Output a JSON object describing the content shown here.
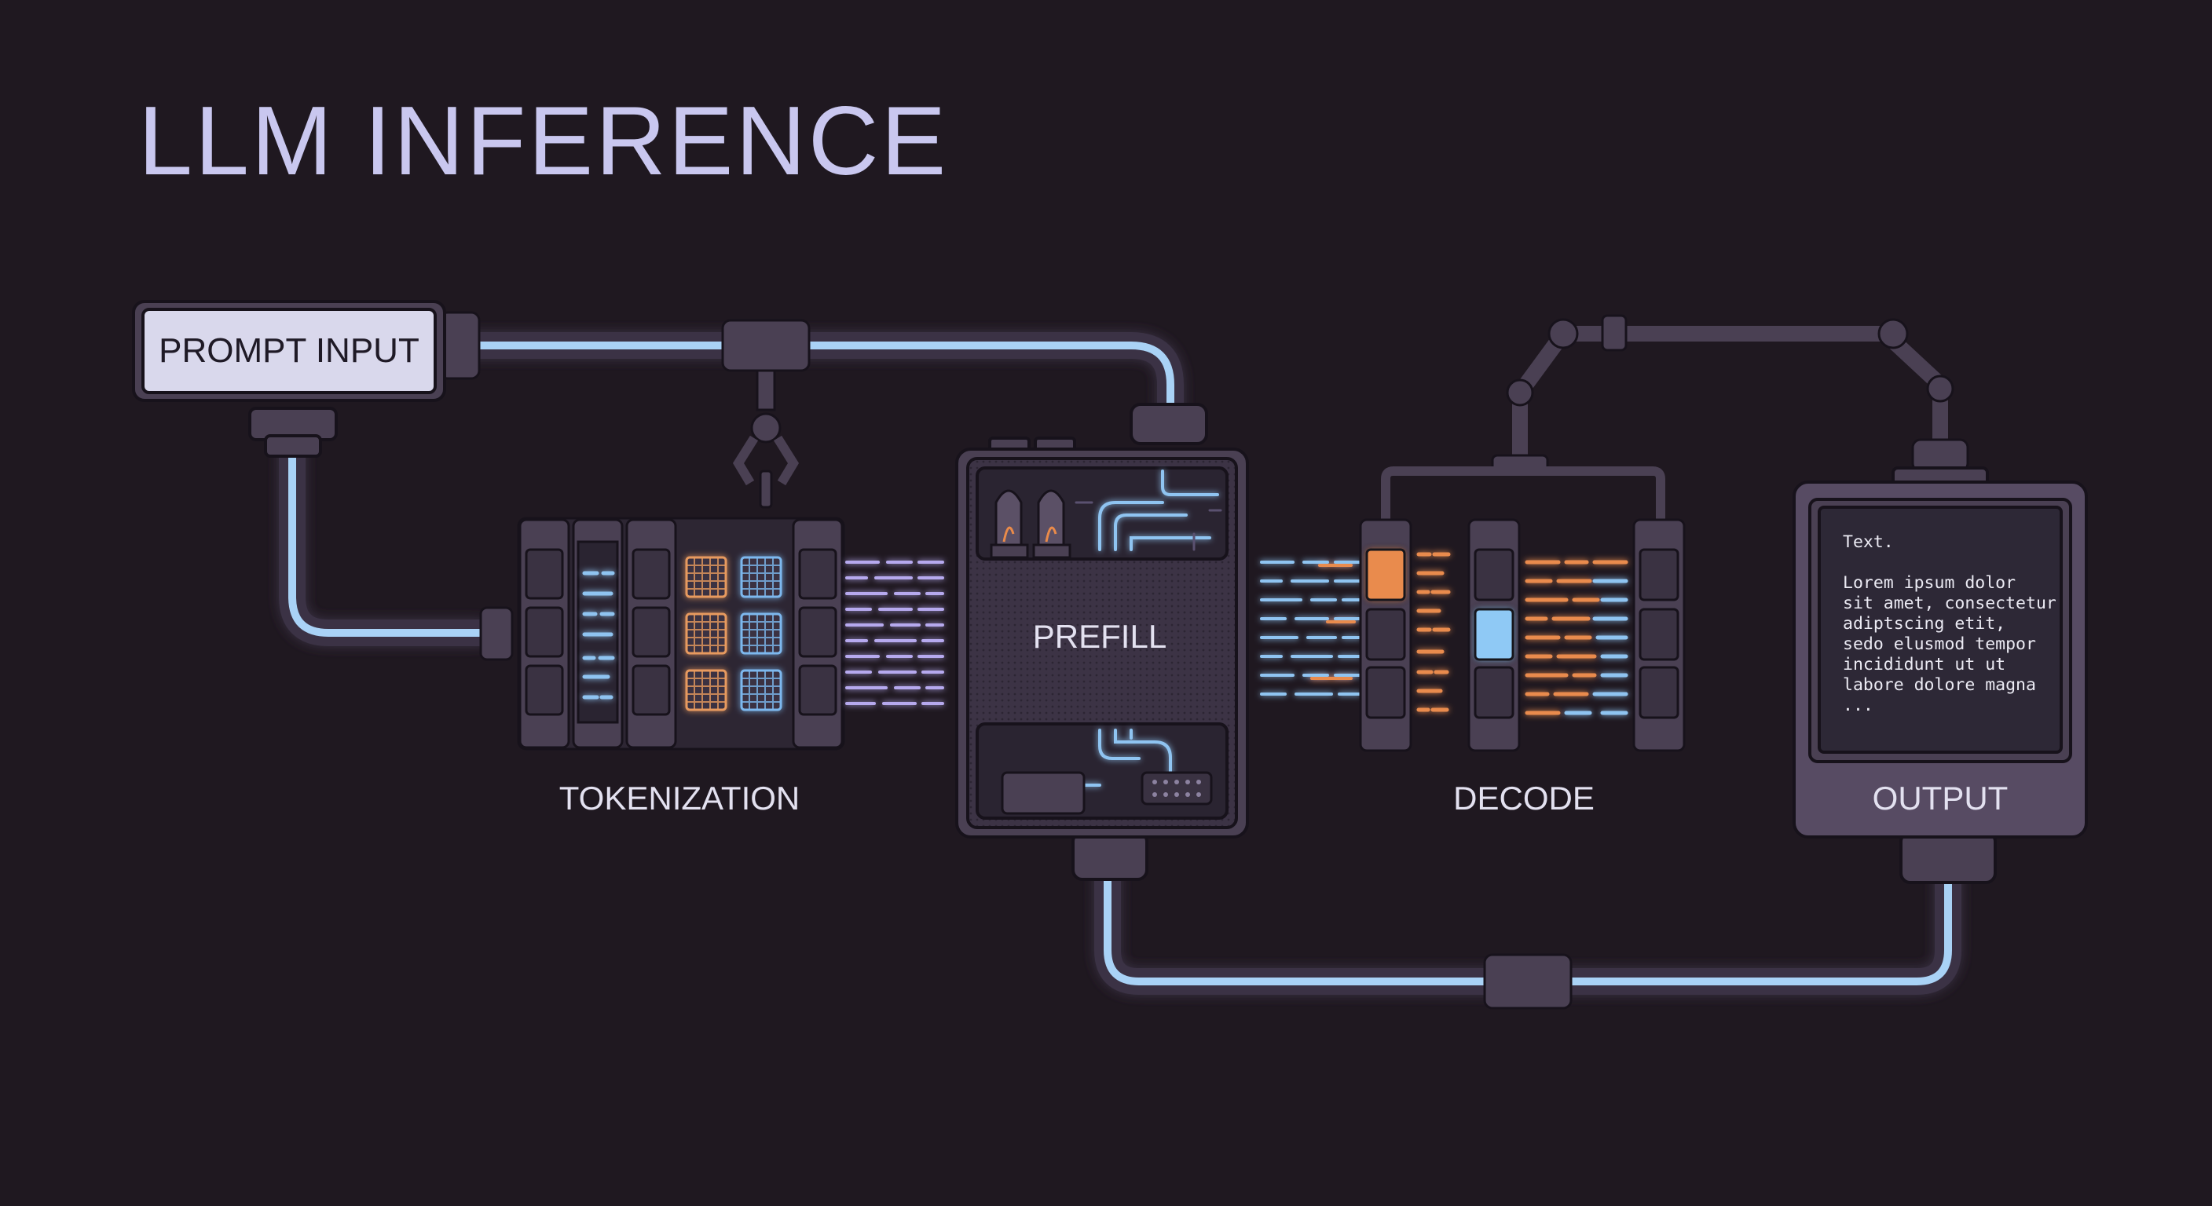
{
  "title": "LLM INFERENCE",
  "stages": {
    "prompt_input": "PROMPT INPUT",
    "tokenization": "TOKENIZATION",
    "prefill": "PREFILL",
    "decode": "DECODE",
    "output": "OUTPUT"
  },
  "output_screen": {
    "heading": "Text.",
    "lines": [
      "Lorem ipsum dolor",
      "sit amet, consectetur",
      "adiptscing etit,",
      "sedo elusmod tempor",
      "incididunt ut ut",
      "labore dolore magna",
      "..."
    ]
  },
  "colors": {
    "background": "#1f1820",
    "title": "#c9c7ef",
    "machine": "#4b4157",
    "pipe_glow": "#9cc8f2",
    "accent_orange": "#e98b4e",
    "accent_blue": "#6fb7ef"
  }
}
